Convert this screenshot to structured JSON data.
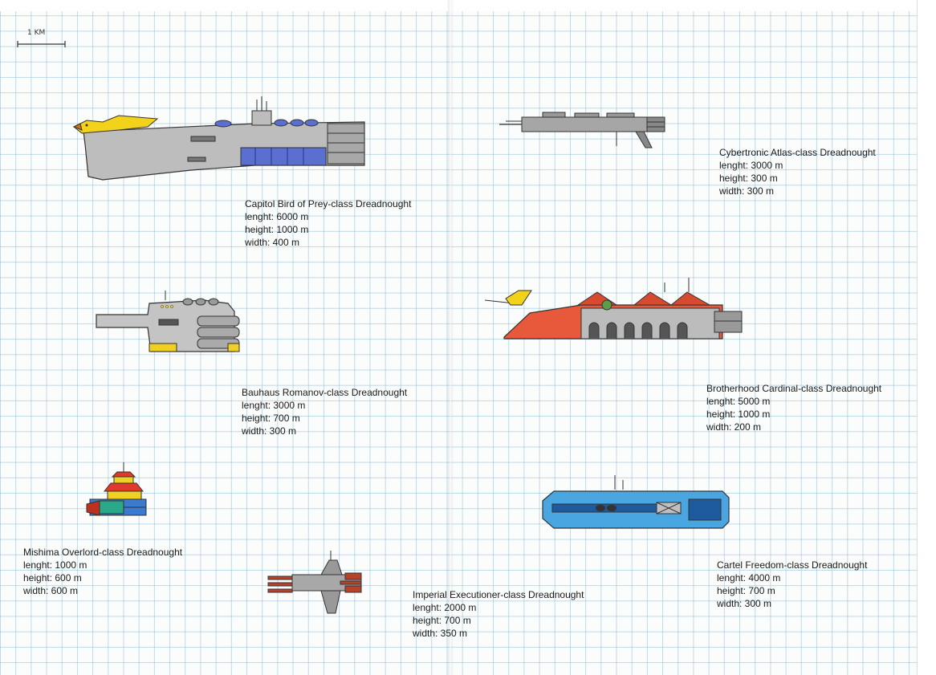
{
  "scale": {
    "label": "1 KM"
  },
  "ships": [
    {
      "icon": "bird-of-prey-ship-icon",
      "name": "Capitol Bird of Prey-class Dreadnought",
      "length": "lenght: 6000 m",
      "height": "height: 1000 m",
      "width": "width: 400 m"
    },
    {
      "icon": "atlas-ship-icon",
      "name": "Cybertronic Atlas-class Dreadnought",
      "length": "lenght: 3000 m",
      "height": "height: 300 m",
      "width": "width: 300 m"
    },
    {
      "icon": "romanov-ship-icon",
      "name": "Bauhaus Romanov-class Dreadnought",
      "length": "lenght: 3000 m",
      "height": "height: 700 m",
      "width": "width: 300 m"
    },
    {
      "icon": "cardinal-ship-icon",
      "name": "Brotherhood Cardinal-class Dreadnought",
      "length": "lenght: 5000 m",
      "height": "height: 1000 m",
      "width": "width: 200 m"
    },
    {
      "icon": "overlord-ship-icon",
      "name": "Mishima Overlord-class Dreadnought",
      "length": "lenght: 1000 m",
      "height": "height: 600 m",
      "width": "width: 600 m"
    },
    {
      "icon": "executioner-ship-icon",
      "name": "Imperial Executioner-class Dreadnought",
      "length": "lenght: 2000 m",
      "height": "height: 700 m",
      "width": "width: 350 m"
    },
    {
      "icon": "freedom-ship-icon",
      "name": "Cartel Freedom-class Dreadnought",
      "length": "lenght: 4000 m",
      "height": "height: 700 m",
      "width": "width: 300 m"
    }
  ],
  "colors": {
    "hull_grey": "#b9b9b9",
    "capitol_blue": "#5a6fd0",
    "capitol_yellow": "#f2d21a",
    "bauhaus_yellow": "#f0d020",
    "brotherhood_red": "#e8583a",
    "mishima_red": "#e03a2a",
    "cartel_blue": "#4aa6e0",
    "imperial_red": "#b8412a"
  }
}
